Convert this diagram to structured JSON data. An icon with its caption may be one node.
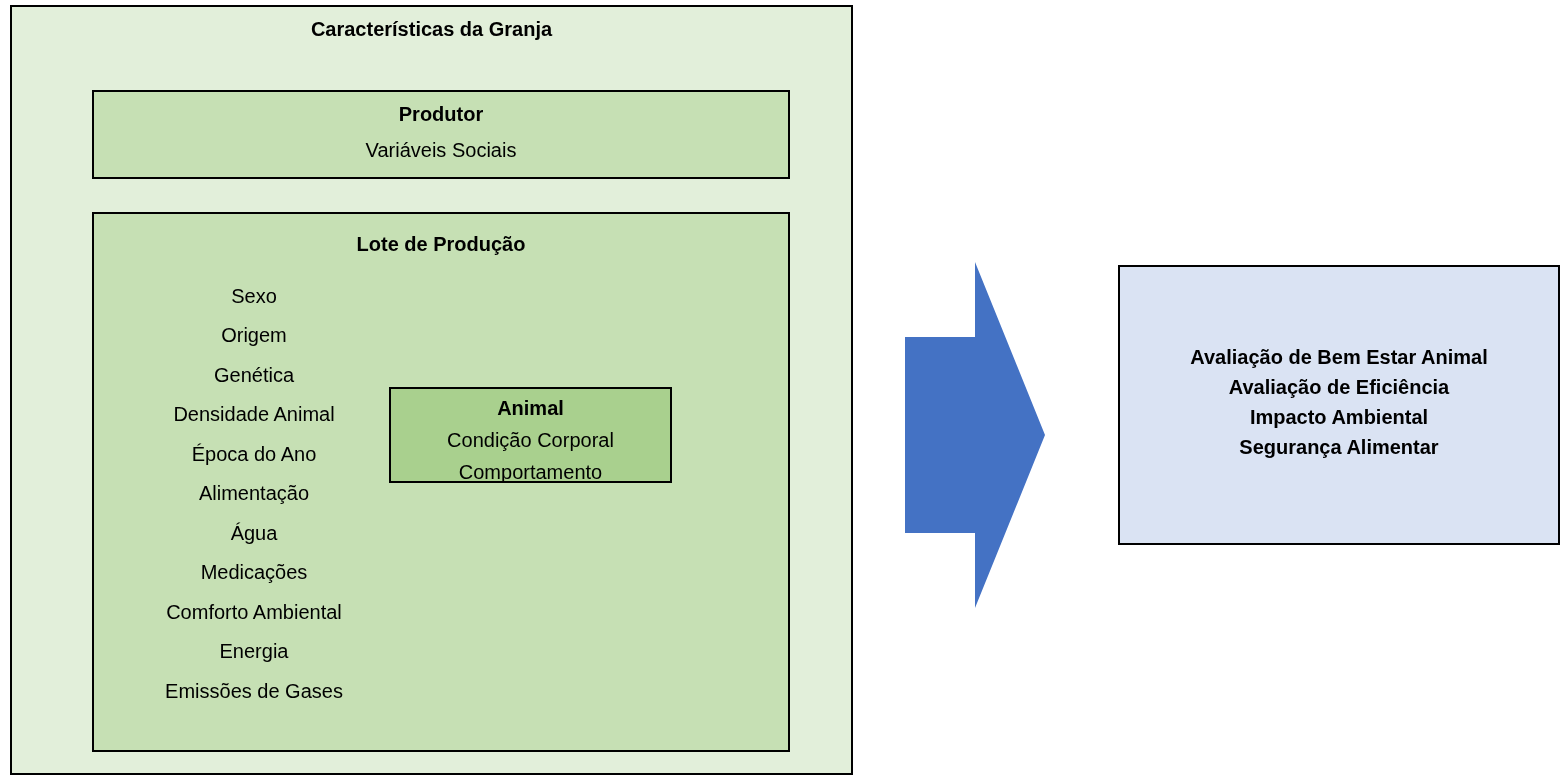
{
  "diagram": {
    "nodes": [
      {
        "text": [
          "Características da Granja"
        ]
      },
      {
        "text": [
          "Produtor",
          "Variáveis Sociais"
        ],
        "in": 0
      },
      {
        "text": [
          "Lote de Produção",
          "Sexo",
          "Origem",
          "Genética",
          "Densidade Animal",
          "Época do Ano",
          "Alimentação",
          "Água",
          "Medicações",
          "Comforto Ambiental",
          "Energia",
          "Emissões de Gases"
        ],
        "in": 0
      },
      {
        "text": [
          "Animal",
          "Condição Corporal",
          "Comportamento"
        ],
        "in": 2
      },
      {
        "text": [
          "Avaliação de Bem Estar Animal",
          "Avaliação de Eficiência",
          "Impacto Ambiental",
          "Segurança Alimentar"
        ]
      }
    ],
    "edges": [
      {
        "from": 0,
        "to": 4,
        "arrow": "to",
        "style": "thick",
        "color": "#4472c4"
      }
    ]
  }
}
